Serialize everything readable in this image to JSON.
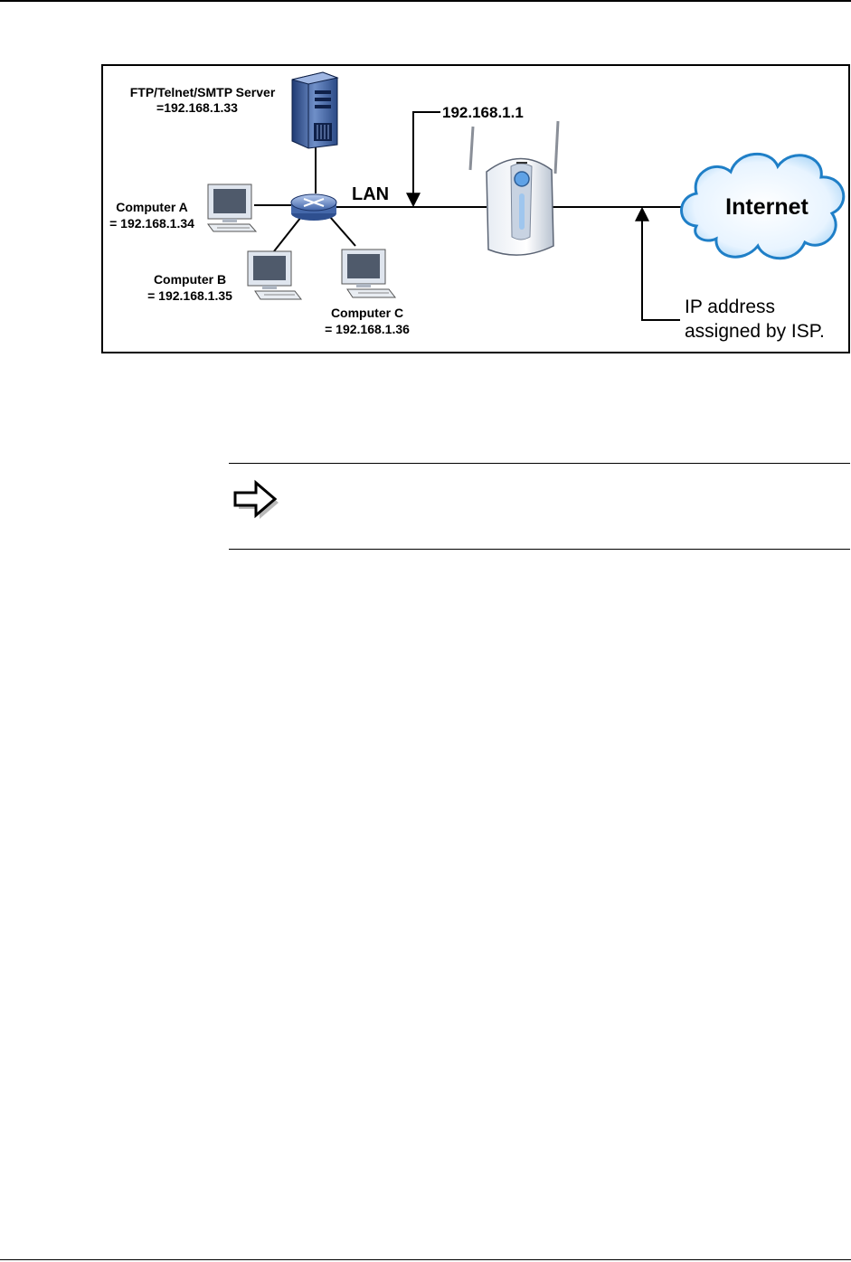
{
  "figure": {
    "server_label_line1": "FTP/Telnet/SMTP Server",
    "server_label_line2": "=192.168.1.33",
    "computer_a_name": "Computer A",
    "computer_a_ip": "= 192.168.1.34",
    "computer_b_name": "Computer B",
    "computer_b_ip": "= 192.168.1.35",
    "computer_c_name": "Computer C",
    "computer_c_ip": "= 192.168.1.36",
    "lan_label": "LAN",
    "router_ip": "192.168.1.1",
    "internet_label": "Internet",
    "isp_label_line1": "IP address",
    "isp_label_line2": "assigned by ISP."
  },
  "note": {
    "icon": "right-arrow-note-icon"
  }
}
